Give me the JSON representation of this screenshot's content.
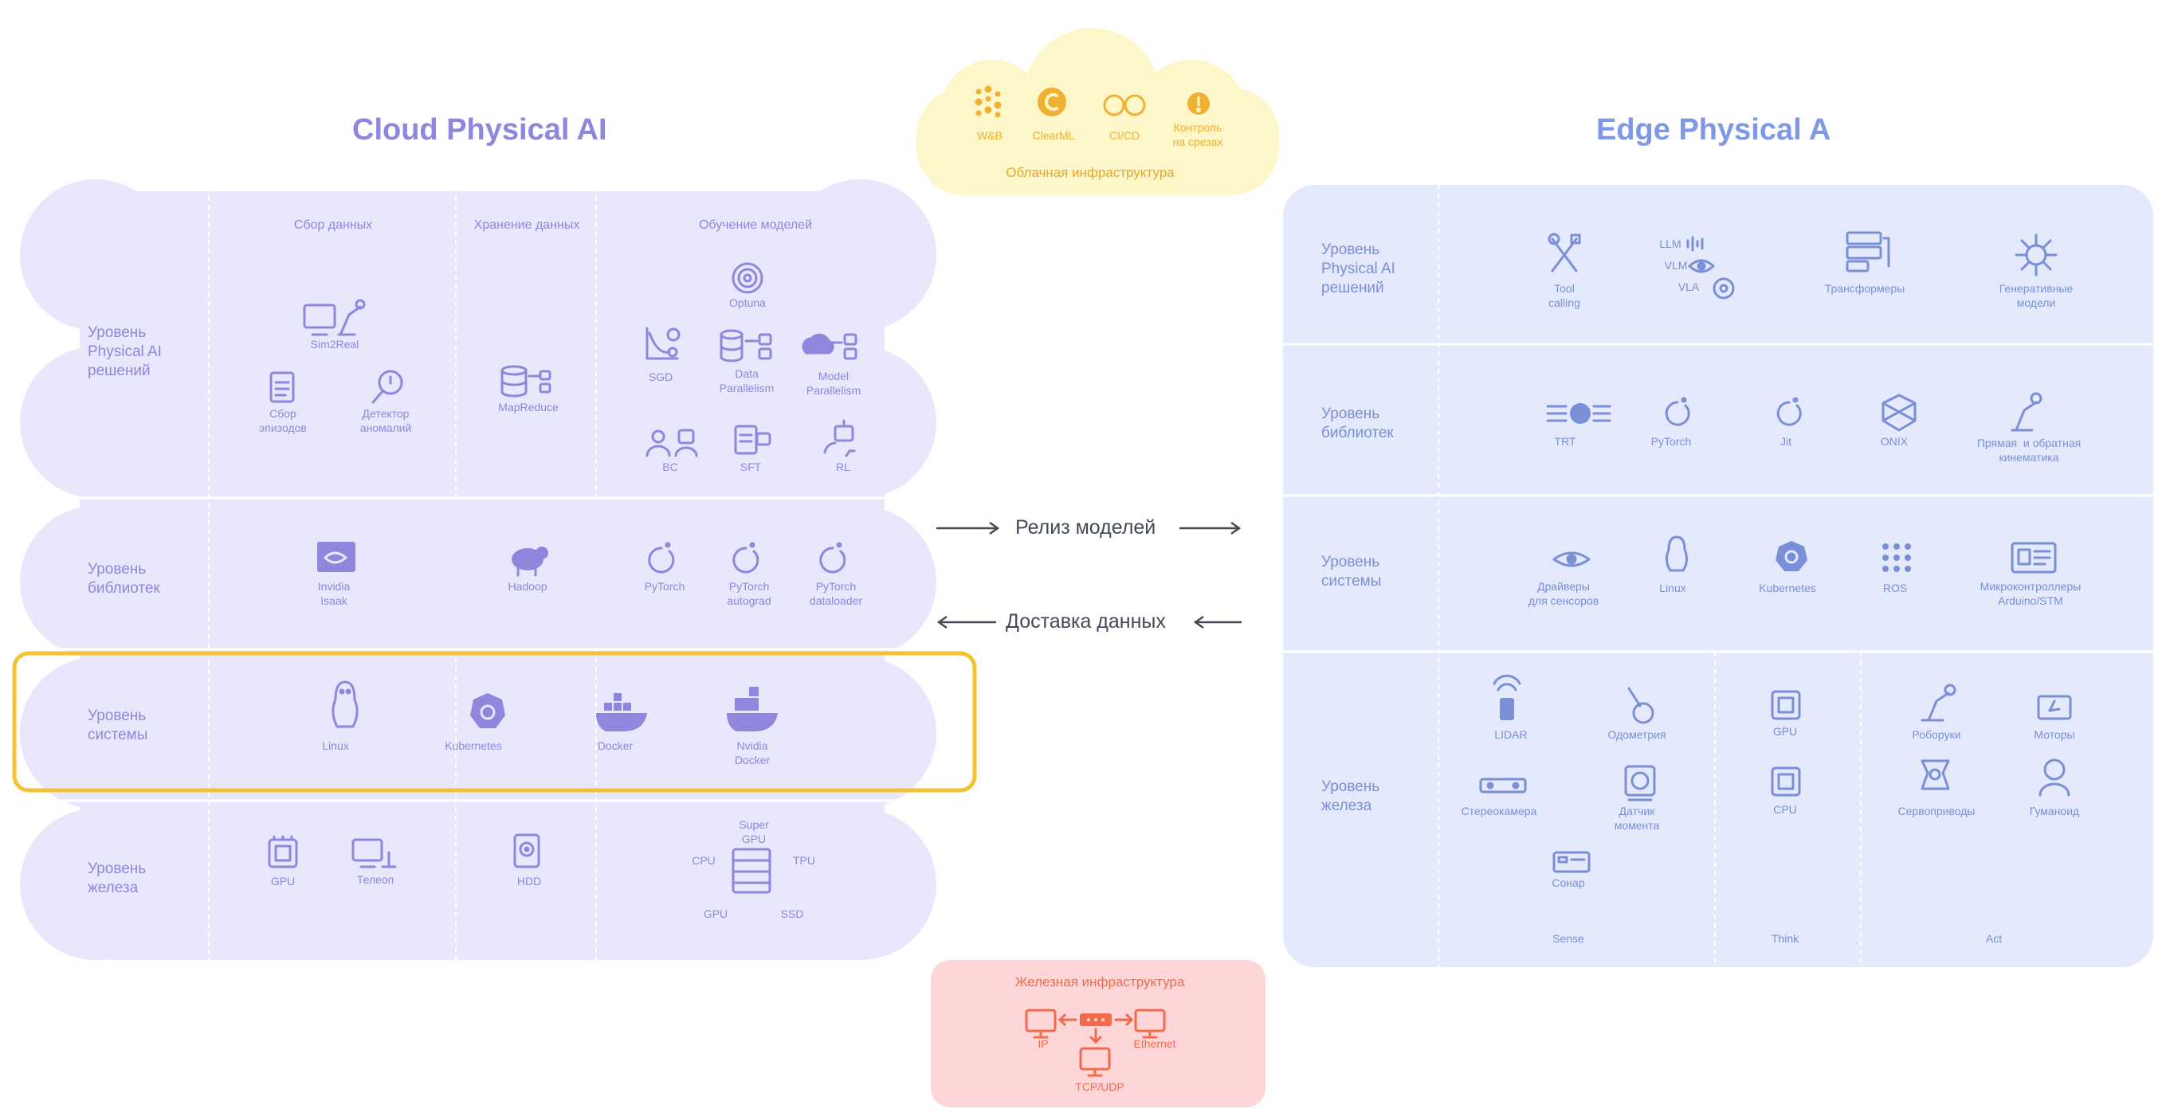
{
  "cloud": {
    "title": "Cloud Physical AI",
    "columns": {
      "collection": "Сбор данных",
      "storage": "Хранение данных",
      "training": "Обучение моделей"
    },
    "rows": {
      "solutions": "Уровень\nPhysical AI\nрешений",
      "libraries": "Уровень\nбиблиотек",
      "system": "Уровень\nсистемы",
      "hardware": "Уровень\nжелеза"
    },
    "items": {
      "sim2real": "Sim2Real",
      "episodes": "Сбор\nэпизодов",
      "anomaly": "Детектор\nаномалий",
      "mapreduce": "MapReduce",
      "optuna": "Optuna",
      "sgd": "SGD",
      "data_parallel": "Data\nParallelism",
      "model_parallel": "Model\nParallelism",
      "bc": "BC",
      "sft": "SFT",
      "rl": "RL",
      "isaak": "Invidia\nIsaak",
      "hadoop": "Hadoop",
      "pytorch": "PyTorch",
      "autograd": "PyTorch\nautograd",
      "dataloader": "PyTorch\ndataloader",
      "linux": "Linux",
      "kubernetes": "Kubernetes",
      "docker": "Docker",
      "nvidia_docker": "Nvidia\nDocker",
      "gpu": "GPU",
      "teleop": "Телеоп",
      "hdd": "HDD",
      "super_gpu": "Super\nGPU",
      "cpu": "CPU",
      "tpu": "TPU",
      "gpu2": "GPU",
      "ssd": "SSD"
    }
  },
  "cloud_infra": {
    "title": "Облачная инфраструктура",
    "items": {
      "wb": "W&B",
      "clearml": "ClearML",
      "cicd": "CI/CD",
      "control": "Контроль\nна срезах"
    }
  },
  "arrows": {
    "release": "Релиз моделей",
    "delivery": "Доставка данных"
  },
  "hw_infra": {
    "title": "Железная инфраструктура",
    "items": {
      "ip": "IP",
      "ethernet": "Ethernet",
      "tcp": "TCP/UDP"
    }
  },
  "edge": {
    "title": "Edge Physical A",
    "rows": {
      "solutions": "Уровень\nPhysical AI\nрешений",
      "libraries": "Уровень\nбиблиотек",
      "system": "Уровень\nсистемы",
      "hardware": "Уровень\nжелеза"
    },
    "items": {
      "tool": "Tool\ncalling",
      "llm": "LLM",
      "vlm": "VLM",
      "vla": "VLA",
      "transformers": "Трансформеры",
      "generative": "Генеративные\nмодели",
      "trt": "TRT",
      "pytorch": "PyTorch",
      "jit": "Jit",
      "onix": "ONIX",
      "kinematics": "Прямая  и обратная\nкинематика",
      "drivers": "Драйверы\nдля сенсоров",
      "linux": "Linux",
      "kubernetes": "Kubernetes",
      "ros": "ROS",
      "mcu": "Микроконтроллеры\nArduino/STM",
      "lidar": "LIDAR",
      "odometry": "Одометрия",
      "stereo": "Стереокамера",
      "torque": "Датчик\nмомента",
      "sonar": "Сонар",
      "gpu": "GPU",
      "cpu": "CPU",
      "robo_arms": "Роборуки",
      "motors": "Моторы",
      "servos": "Сервоприводы",
      "humanoid": "Гуманоид"
    },
    "sections": {
      "sense": "Sense",
      "think": "Think",
      "act": "Act"
    }
  },
  "colors": {
    "cloud_bg": "#e9e7fb",
    "edge_bg": "#e4e9fb",
    "cloud_text": "#8f86de",
    "edge_text": "#7a8fd6",
    "highlight": "#f3c233",
    "yellow_bg": "#fdf6c8",
    "red_bg": "#ffd6d8"
  }
}
